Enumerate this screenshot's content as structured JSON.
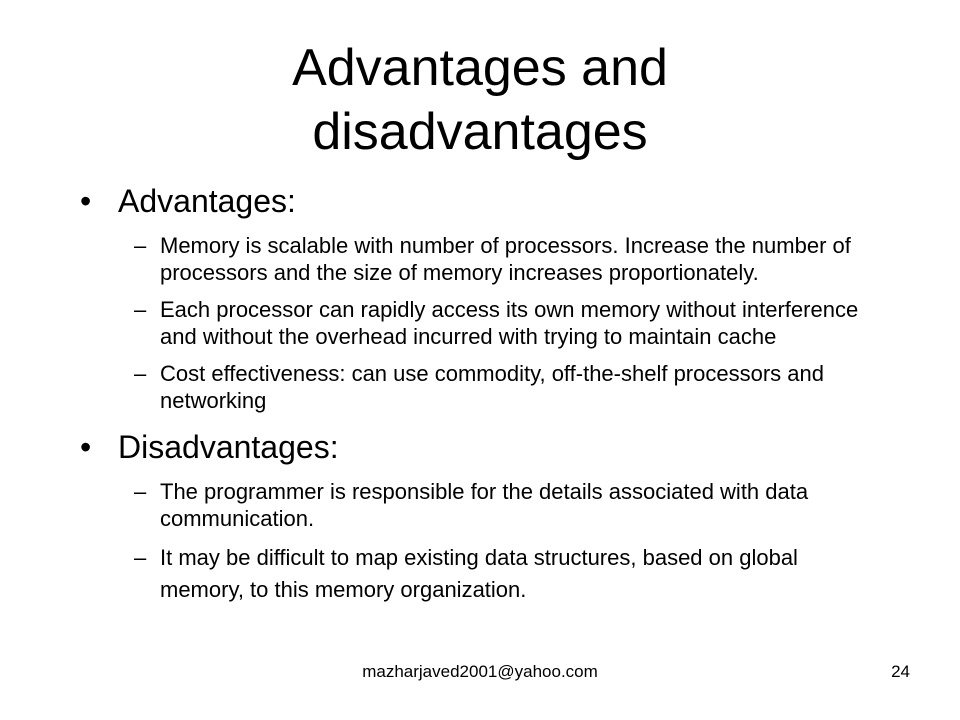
{
  "slide": {
    "title_line1": "Advantages and",
    "title_line2": "disadvantages",
    "sections": [
      {
        "heading": "Advantages:",
        "items": [
          "Memory is scalable with number of processors. Increase the number of processors and the size of memory increases proportionately.",
          "Each processor can rapidly access its own memory without interference and without the overhead incurred with trying to maintain cache",
          "Cost effectiveness: can use commodity, off-the-shelf processors and networking"
        ]
      },
      {
        "heading": "Disadvantages:",
        "items": [
          "The programmer is responsible for the details associated with data communication.",
          "It may be difficult to map existing data structures, based on global memory, to this memory organization."
        ]
      }
    ],
    "bullet_symbol": "•",
    "dash_symbol": "–"
  },
  "footer": {
    "email": "mazharjaved2001@yahoo.com",
    "page_number": "24"
  }
}
